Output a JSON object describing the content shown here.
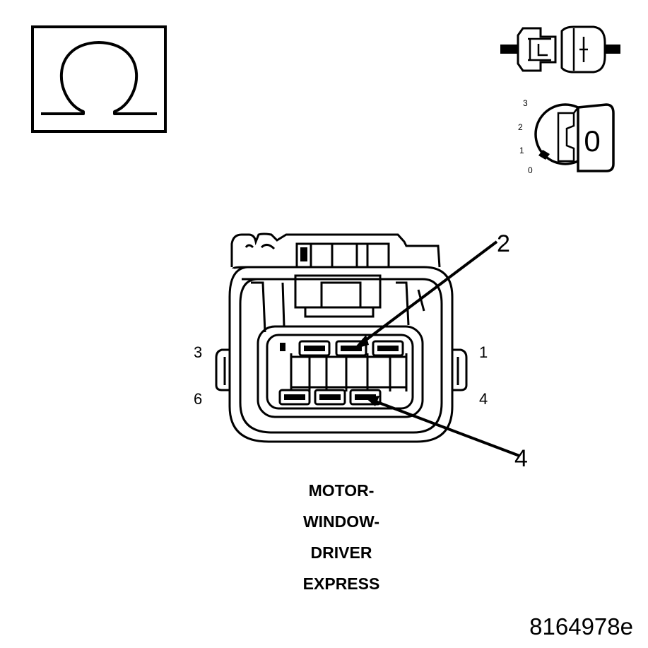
{
  "icons": {
    "ohmmeter": {
      "symbol": "Ω"
    },
    "connector_state": "disconnected-connector-icon",
    "ignition": {
      "key_label": "0",
      "positions": [
        "3",
        "2",
        "1",
        "0"
      ]
    }
  },
  "connector": {
    "pin_labels": {
      "top_left": "3",
      "top_right": "1",
      "bottom_left": "6",
      "bottom_right": "4"
    },
    "callouts": [
      "2",
      "4"
    ]
  },
  "title_lines": [
    "MOTOR-",
    "WINDOW-",
    "DRIVER",
    "EXPRESS"
  ],
  "reference_id": "8164978e"
}
